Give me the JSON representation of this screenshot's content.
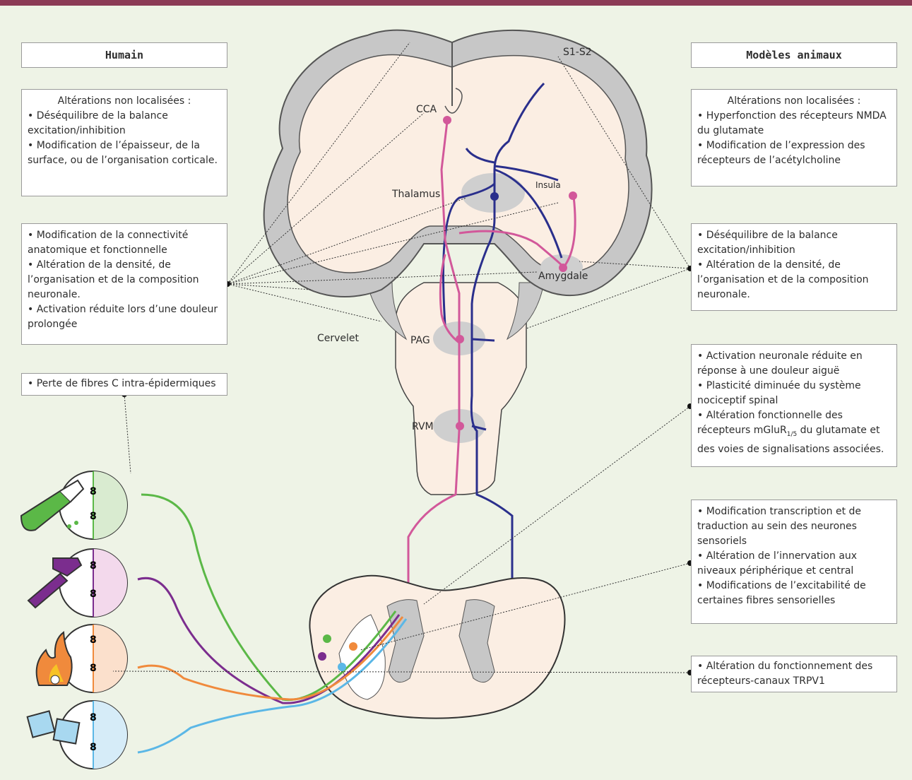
{
  "headers": {
    "left": "Humain",
    "right": "Modèles animaux"
  },
  "human": {
    "box1": {
      "title": "Altérations non localisées :",
      "items": [
        "Déséquilibre de la balance excitation/inhibition",
        "Modification de l’épaisseur, de la surface, ou de l’organisation corticale."
      ]
    },
    "box2": {
      "items": [
        "Modification de la connectivité anatomique et fonctionnelle",
        "Altération de la densité, de l’organisation et de la composition neuronale.",
        "Activation réduite lors d’une douleur prolongée"
      ]
    },
    "box3": {
      "items": [
        "Perte de fibres C intra-épidermiques"
      ]
    }
  },
  "animal": {
    "box1": {
      "title": "Altérations non localisées :",
      "items": [
        "Hyperfonction des récepteurs NMDA du glutamate",
        "Modification de l’expression des récepteurs de l’acétylcholine"
      ]
    },
    "box2": {
      "items": [
        "Déséquilibre de la balance excitation/inhibition",
        "Altération de la densité, de l’organisation et de la composition neuronale."
      ]
    },
    "box3": {
      "items": [
        "Activation neuronale réduite en réponse à une douleur aiguë",
        "Plasticité diminuée du système nociceptif spinal"
      ],
      "item3_pre": "Altération fonctionnelle des récepteurs mGluR",
      "item3_sub": "1/5",
      "item3_post": " du glutamate et des voies de signalisations associées."
    },
    "box4": {
      "items": [
        "Modification transcription et de traduction au sein des neurones sensoriels",
        "Altération de l’innervation aux niveaux périphérique et central",
        "Modifications de l’excitabilité de certaines fibres sensorielles"
      ]
    },
    "box5": {
      "items": [
        "Altération du fonctionnement des récepteurs-canaux TRPV1"
      ]
    }
  },
  "brain_labels": {
    "s1s2": "S1-S2",
    "cca": "CCA",
    "thalamus": "Thalamus",
    "insula": "Insula",
    "amygdale": "Amygdale",
    "cervelet": "Cervelet",
    "pag": "PAG",
    "rvm": "RVM"
  },
  "colors": {
    "topbar": "#8b3a55",
    "background": "#eef3e6",
    "pink_pathway": "#d2589a",
    "blue_pathway": "#2a2f8c",
    "thermal_hot": "#f08a3c",
    "mechanical": "#7b2d8e",
    "chemical": "#5bb847",
    "cold": "#5bb7e6"
  },
  "icons": [
    "flask-icon",
    "hammer-icon",
    "flame-icon",
    "ice-cubes-icon"
  ]
}
